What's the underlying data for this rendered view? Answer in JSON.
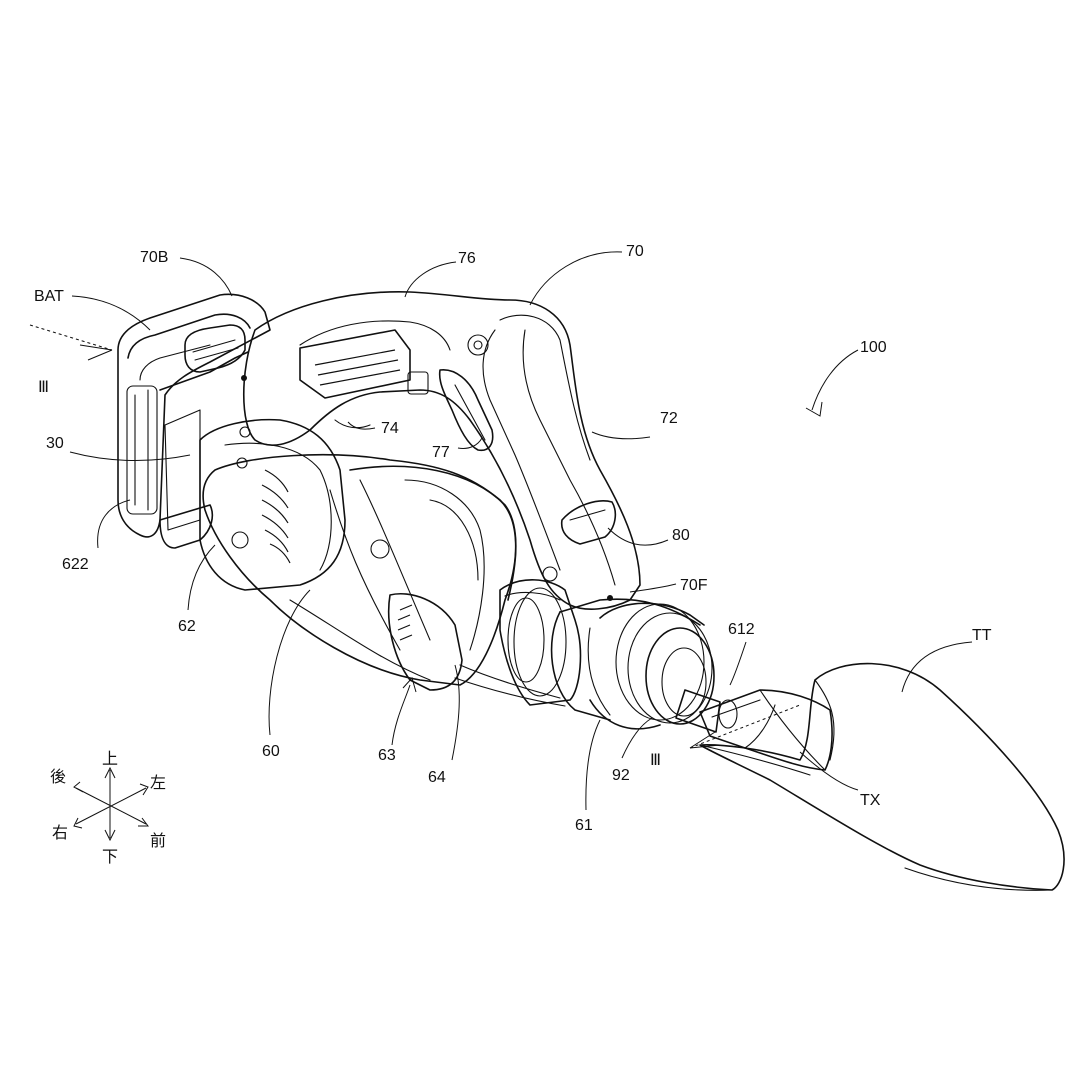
{
  "labels": {
    "bat": "BAT",
    "l70b": "70B",
    "l76": "76",
    "l70": "70",
    "l100": "100",
    "l72": "72",
    "l74": "74",
    "l77": "77",
    "l30": "30",
    "l80": "80",
    "l70f": "70F",
    "l622": "622",
    "l62": "62",
    "l612": "612",
    "ltt": "TT",
    "l60": "60",
    "l63": "63",
    "l64": "64",
    "l92": "92",
    "l61": "61",
    "ltx": "TX",
    "section_left": "Ⅲ",
    "section_right": "Ⅲ"
  },
  "directions": {
    "up": "上",
    "down": "下",
    "back": "後",
    "left": "左",
    "right": "右",
    "front": "前"
  }
}
